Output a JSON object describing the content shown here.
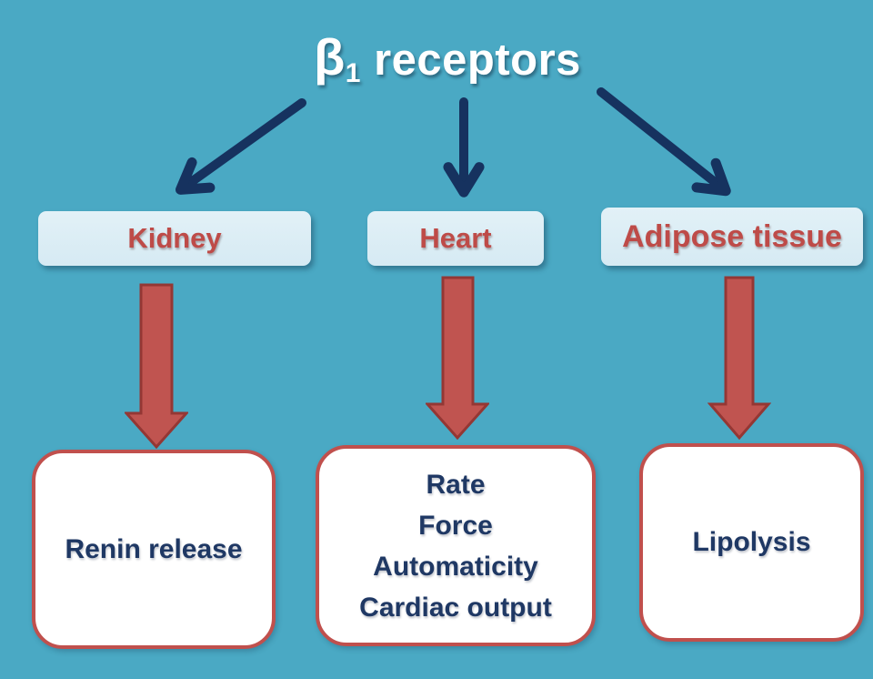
{
  "title": {
    "beta": "β",
    "sub": "1",
    "rest": " receptors"
  },
  "colors": {
    "background": "#4AA9C4",
    "navy_arrow": "#16325F",
    "label_box_fill": "#DCEDF5",
    "label_text_red": "#BE4B48",
    "block_arrow_fill": "#C05450",
    "block_arrow_border": "#943734",
    "result_box_border": "#C0504D",
    "result_text_navy": "#1F3864"
  },
  "branches": [
    {
      "organ": "Kidney",
      "effects": [
        "Renin release"
      ]
    },
    {
      "organ": "Heart",
      "effects": [
        "Rate",
        "Force",
        "Automaticity",
        "Cardiac output"
      ]
    },
    {
      "organ": "Adipose tissue",
      "effects": [
        "Lipolysis"
      ]
    }
  ]
}
